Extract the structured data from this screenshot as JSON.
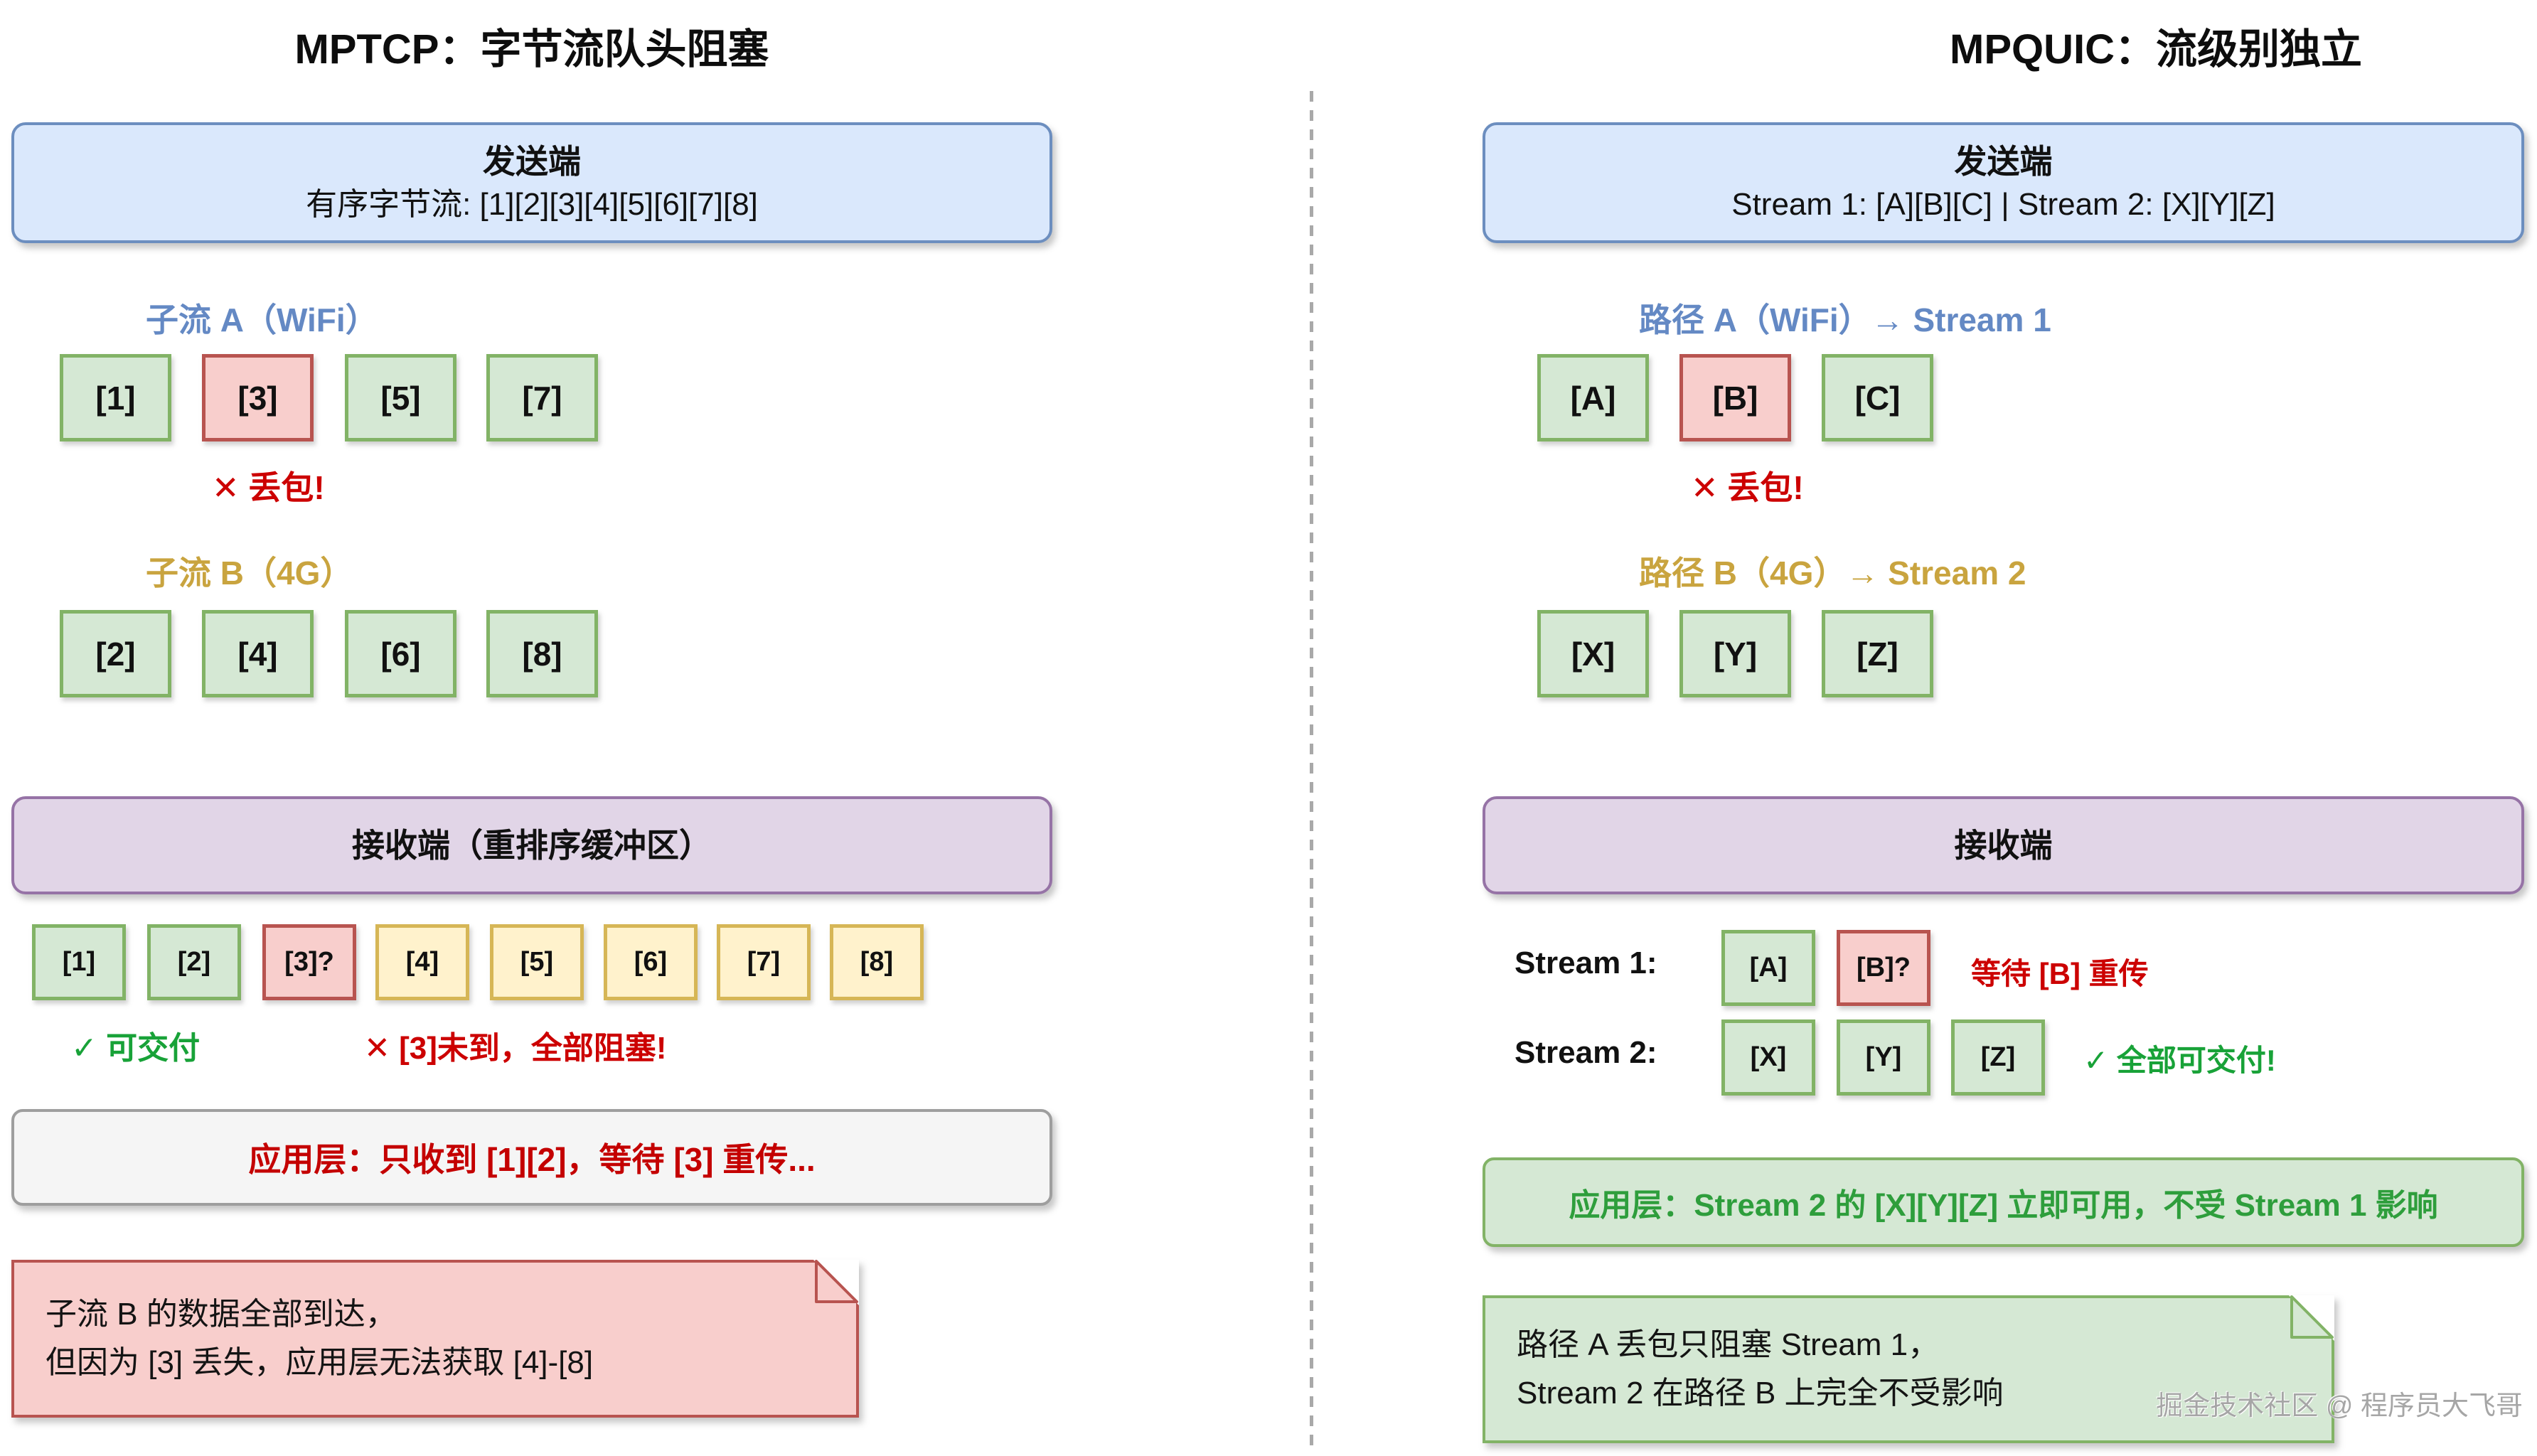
{
  "left": {
    "title": "MPTCP：字节流队头阻塞",
    "sender": {
      "title": "发送端",
      "subtitle": "有序字节流: [1][2][3][4][5][6][7][8]"
    },
    "subflow_a": {
      "label": "子流 A（WiFi）",
      "loss_note": "✕ 丢包!",
      "boxes": [
        {
          "label": "[1]",
          "state": "ok"
        },
        {
          "label": "[3]",
          "state": "lost"
        },
        {
          "label": "[5]",
          "state": "ok"
        },
        {
          "label": "[7]",
          "state": "ok"
        }
      ]
    },
    "subflow_b": {
      "label": "子流 B（4G）",
      "boxes": [
        {
          "label": "[2]",
          "state": "ok"
        },
        {
          "label": "[4]",
          "state": "ok"
        },
        {
          "label": "[6]",
          "state": "ok"
        },
        {
          "label": "[8]",
          "state": "ok"
        }
      ]
    },
    "receiver_title": "接收端（重排序缓冲区）",
    "buffer": {
      "boxes": [
        {
          "label": "[1]",
          "state": "ok"
        },
        {
          "label": "[2]",
          "state": "ok"
        },
        {
          "label": "[3]?",
          "state": "lost"
        },
        {
          "label": "[4]",
          "state": "wait"
        },
        {
          "label": "[5]",
          "state": "wait"
        },
        {
          "label": "[6]",
          "state": "wait"
        },
        {
          "label": "[7]",
          "state": "wait"
        },
        {
          "label": "[8]",
          "state": "wait"
        }
      ],
      "deliverable_note": "✓ 可交付",
      "blocked_note": "✕ [3]未到，全部阻塞!"
    },
    "app_layer": "应用层：只收到 [1][2]，等待 [3] 重传...",
    "note": {
      "line1": "子流 B 的数据全部到达，",
      "line2": "但因为 [3] 丢失，应用层无法获取 [4]-[8]"
    }
  },
  "right": {
    "title": "MPQUIC：流级别独立",
    "sender": {
      "title": "发送端",
      "subtitle": "Stream 1: [A][B][C] | Stream 2: [X][Y][Z]"
    },
    "path_a": {
      "label": "路径 A（WiFi）→ Stream 1",
      "loss_note": "✕ 丢包!",
      "boxes": [
        {
          "label": "[A]",
          "state": "ok"
        },
        {
          "label": "[B]",
          "state": "lost"
        },
        {
          "label": "[C]",
          "state": "ok"
        }
      ]
    },
    "path_b": {
      "label": "路径 B（4G）→ Stream 2",
      "boxes": [
        {
          "label": "[X]",
          "state": "ok"
        },
        {
          "label": "[Y]",
          "state": "ok"
        },
        {
          "label": "[Z]",
          "state": "ok"
        }
      ]
    },
    "receiver_title": "接收端",
    "stream1": {
      "label": "Stream 1:",
      "note": "等待 [B] 重传",
      "boxes": [
        {
          "label": "[A]",
          "state": "ok"
        },
        {
          "label": "[B]?",
          "state": "lost"
        }
      ]
    },
    "stream2": {
      "label": "Stream 2:",
      "note": "✓ 全部可交付!",
      "boxes": [
        {
          "label": "[X]",
          "state": "ok"
        },
        {
          "label": "[Y]",
          "state": "ok"
        },
        {
          "label": "[Z]",
          "state": "ok"
        }
      ]
    },
    "app_layer": "应用层：Stream 2 的 [X][Y][Z] 立即可用，不受 Stream 1 影响",
    "note": {
      "line1": "路径 A 丢包只阻塞 Stream 1，",
      "line2": "Stream 2 在路径 B 上完全不受影响"
    }
  },
  "watermark": "掘金技术社区 @ 程序员大飞哥",
  "colors": {
    "sender_fill": "#dae8fc",
    "sender_border": "#6c8ebf",
    "receiver_fill": "#e1d5e7",
    "receiver_border": "#9673a6",
    "ok_fill": "#d5e8d4",
    "ok_border": "#82b366",
    "lost_fill": "#f8cecc",
    "lost_border": "#b85450",
    "wait_fill": "#fff2cc",
    "wait_border": "#d6b656",
    "gray_fill": "#f5f5f5",
    "gray_border": "#9e9e9e",
    "red_text": "#cc0000",
    "green_text": "#18a238",
    "blue_label": "#6489c4",
    "gold_label": "#c9a43f"
  }
}
